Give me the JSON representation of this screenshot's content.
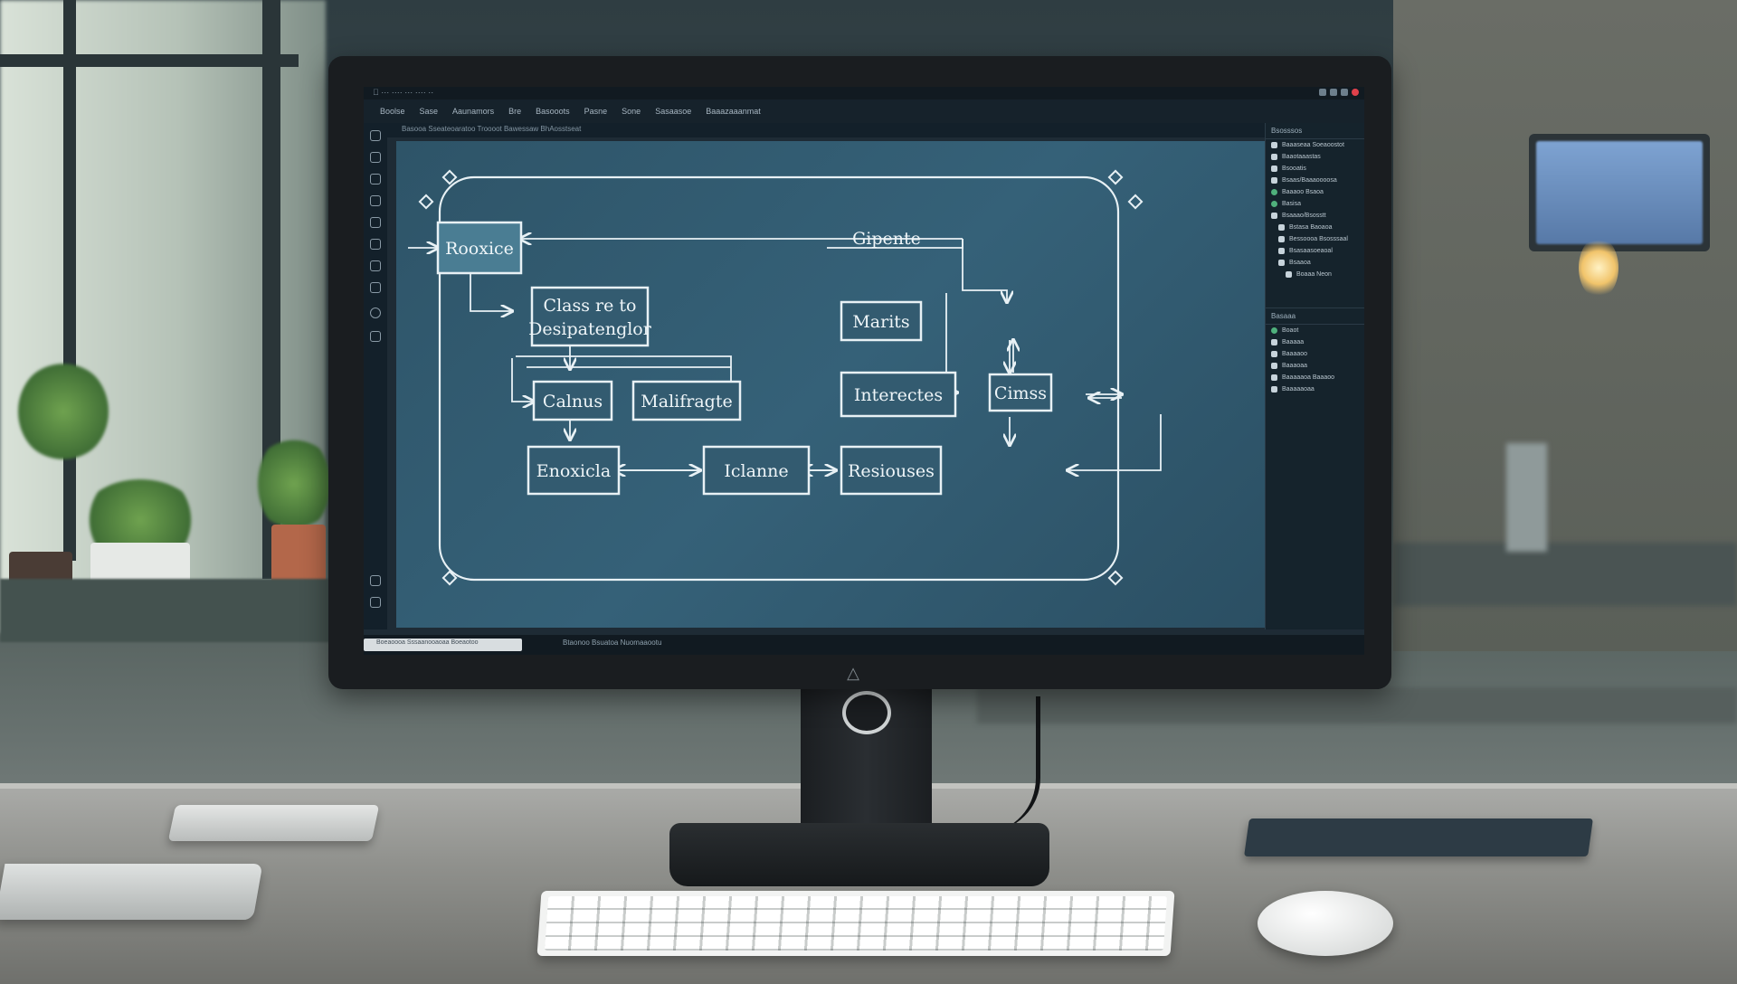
{
  "screen": {
    "toolbar_items": [
      "Boolse",
      "Sase",
      "Aaunamors",
      "Bre",
      "Basooots",
      "Pasne",
      "Sone",
      "Sasaasoe",
      "Baaazaaanmat"
    ],
    "subtoolbar_text": "Basooa  Sseateoaratoo  Troooot Bawessaw BhAosstseat",
    "statusbar_text": "Btaonoo Bsuatoa Nuomaaootu",
    "search_placeholder": "Boeaoooa Sssaanooaoaa Boeaotoo"
  },
  "diagram": {
    "nodes": [
      {
        "id": "n1",
        "label": "Rooxice"
      },
      {
        "id": "n2",
        "label": "Class re to",
        "label2": "Desipatenglor"
      },
      {
        "id": "n3",
        "label": "Calnus"
      },
      {
        "id": "n4",
        "label": "Malifragte"
      },
      {
        "id": "n5",
        "label": "Enoxicla"
      },
      {
        "id": "n6",
        "label": "Iclanne"
      },
      {
        "id": "n7",
        "label": "Resiouses"
      },
      {
        "id": "n8",
        "label": "Marits"
      },
      {
        "id": "n9",
        "label": "Interectes"
      },
      {
        "id": "n10",
        "label": "Cimss"
      }
    ],
    "free_label": "Gipente"
  },
  "right_panel": {
    "header1": "Bsosssos",
    "items1": [
      "Baaaseaa Soeaoostot",
      "Baaotaaastas",
      "Bsooatis",
      "Bsaas/Baaaoooosa",
      "Baaaoo Bsaoa",
      "Basisa",
      "Bsaaao/Bsosstt",
      "Bstasa Baoaoa",
      "Bessoooa Bsosssaal",
      "Bsasaasoeaoal",
      "Bsaaoa",
      "Boaaa Neon"
    ],
    "header2": "Basaaa",
    "items2": [
      "Boaot",
      "Baaaaa",
      "Baaaaoo",
      "Baaaoaa",
      "Baaaaaoa Baaaoo",
      "Baaaaaoaa"
    ]
  },
  "colors": {
    "canvas": "#356178",
    "line": "#e8f1f5",
    "close_button": "#e0414b"
  }
}
